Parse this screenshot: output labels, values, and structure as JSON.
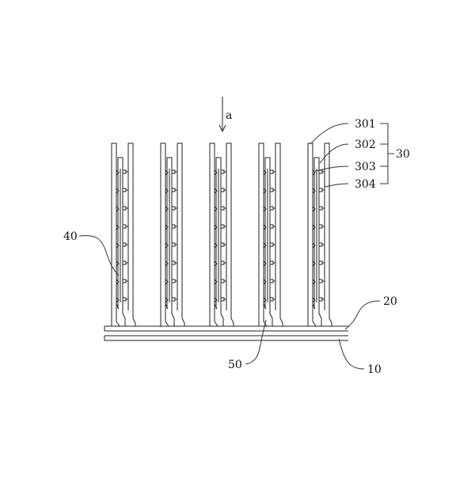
{
  "figure": {
    "arrow_label": "a",
    "fin_count": 5,
    "protrusion_rows": 8
  },
  "labels": {
    "l301": "301",
    "l302": "302",
    "l303": "303",
    "l304": "304",
    "l30": "30",
    "l40": "40",
    "l50": "50",
    "l20": "20",
    "l10": "10"
  }
}
